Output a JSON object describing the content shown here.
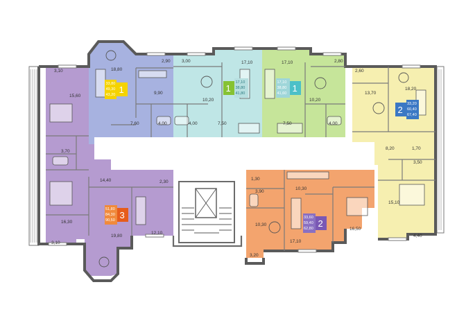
{
  "colors": {
    "blue_apartment": "#a7b2e0",
    "cyan_apartment": "#bfe6e6",
    "green_apartment": "#c6e59a",
    "yellow_apartment": "#f6efb0",
    "orange_apartment": "#f3a46e",
    "purple_apartment": "#b59bd0",
    "corridor": "#ffffff",
    "badge_yellow": "#f5d300",
    "badge_green": "#86c232",
    "badge_cyan": "#4cc0c8",
    "badge_blue": "#3b78c4",
    "badge_purple": "#7a58b4",
    "badge_orange": "#e65c1b"
  },
  "apartments": [
    {
      "id": "a1",
      "rooms": "1",
      "area_total": "33,80",
      "area_living": "49,30",
      "area_3": "43,20"
    },
    {
      "id": "a2",
      "rooms": "1",
      "area_total": "17,10",
      "area_living": "38,80",
      "area_3": "41,80"
    },
    {
      "id": "a3",
      "rooms": "1",
      "area_total": "17,10",
      "area_living": "38,80",
      "area_3": "41,60"
    },
    {
      "id": "a4",
      "rooms": "2",
      "area_total": "33,20",
      "area_living": "60,40",
      "area_3": "67,40"
    },
    {
      "id": "a5",
      "rooms": "2",
      "area_total": "33,60",
      "area_living": "59,40",
      "area_3": "62,80"
    },
    {
      "id": "a6",
      "rooms": "3",
      "area_total": "51,80",
      "area_living": "84,30",
      "area_3": "90,50"
    }
  ],
  "room_labels": [
    {
      "id": "r1",
      "text": "3,10"
    },
    {
      "id": "r2",
      "text": "15,60"
    },
    {
      "id": "r3",
      "text": "18,80"
    },
    {
      "id": "r4",
      "text": "2,90"
    },
    {
      "id": "r5",
      "text": "9,90"
    },
    {
      "id": "r6",
      "text": "7,60"
    },
    {
      "id": "r7",
      "text": "4,00"
    },
    {
      "id": "r8",
      "text": "3,00"
    },
    {
      "id": "r9",
      "text": "17,10"
    },
    {
      "id": "r10",
      "text": "17,10"
    },
    {
      "id": "r11",
      "text": "2,80"
    },
    {
      "id": "r12",
      "text": "10,20"
    },
    {
      "id": "r13",
      "text": "4,00"
    },
    {
      "id": "r14",
      "text": "7,50"
    },
    {
      "id": "r15",
      "text": "10,20"
    },
    {
      "id": "r16",
      "text": "7,50"
    },
    {
      "id": "r17",
      "text": "4,00"
    },
    {
      "id": "r18",
      "text": "2,60"
    },
    {
      "id": "r19",
      "text": "18,20"
    },
    {
      "id": "r20",
      "text": "13,70"
    },
    {
      "id": "r21",
      "text": "3,70"
    },
    {
      "id": "r22",
      "text": "8,20"
    },
    {
      "id": "r23",
      "text": "1,70"
    },
    {
      "id": "r24",
      "text": "14,40"
    },
    {
      "id": "r25",
      "text": "2,30"
    },
    {
      "id": "r26",
      "text": "1,30"
    },
    {
      "id": "r27",
      "text": "3,90"
    },
    {
      "id": "r28",
      "text": "10,30"
    },
    {
      "id": "r29",
      "text": "16,30"
    },
    {
      "id": "r30",
      "text": "3,50"
    },
    {
      "id": "r31",
      "text": "15,10"
    },
    {
      "id": "r32",
      "text": "12,10"
    },
    {
      "id": "r33",
      "text": "10,30"
    },
    {
      "id": "r34",
      "text": "16,50"
    },
    {
      "id": "r35",
      "text": "3,10"
    },
    {
      "id": "r36",
      "text": "19,80"
    },
    {
      "id": "r37",
      "text": "17,10"
    },
    {
      "id": "r38",
      "text": "3,20"
    },
    {
      "id": "r39",
      "text": "4,40"
    }
  ]
}
